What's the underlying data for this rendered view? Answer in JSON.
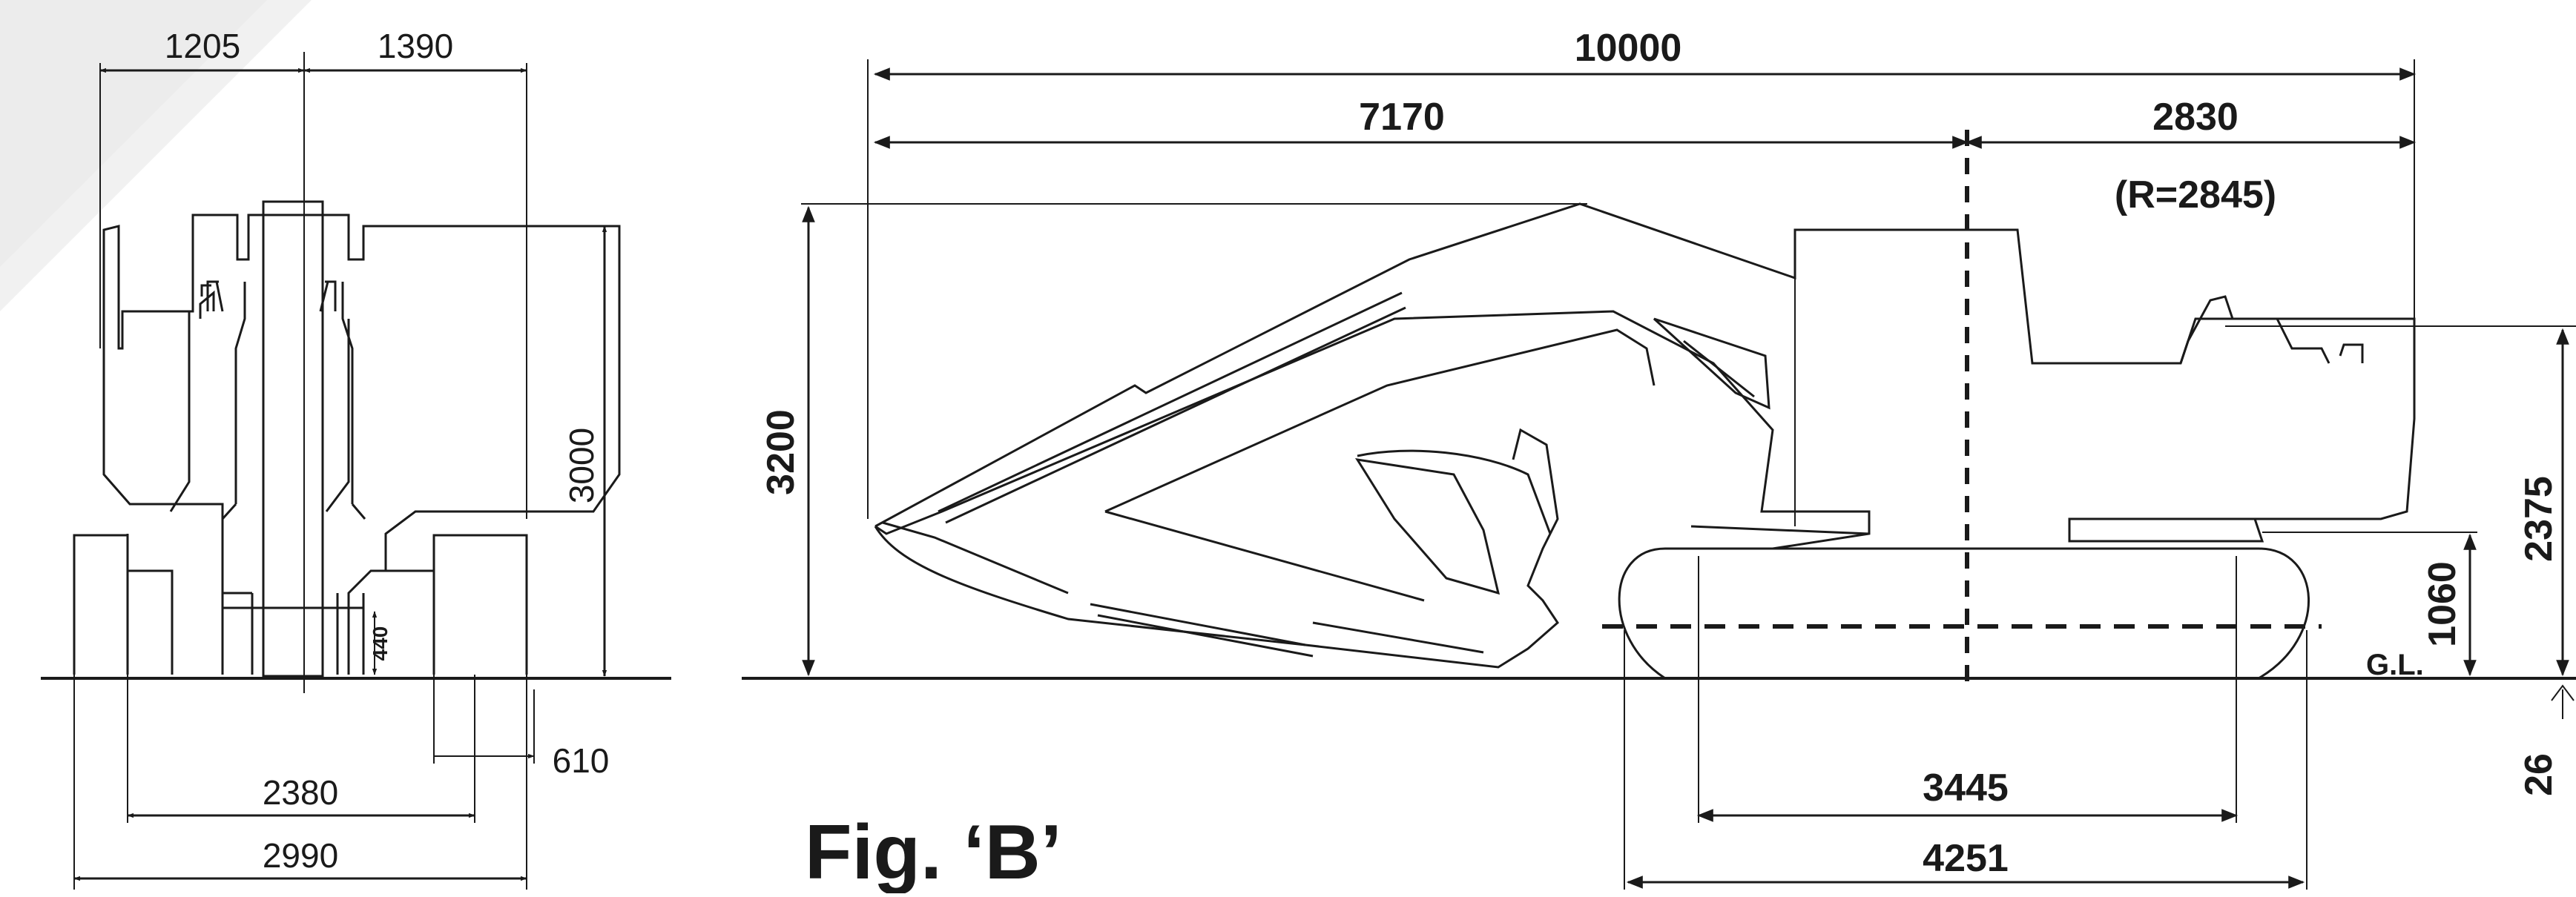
{
  "figure": {
    "caption": "Fig. ‘B’"
  },
  "front_view": {
    "dims": {
      "left_half_width": "1205",
      "right_half_width": "1390",
      "overall_height": "3000",
      "ground_clearance": "440",
      "track_shoe_width": "610",
      "track_gauge": "2380",
      "overall_width": "2990"
    }
  },
  "side_view": {
    "dims": {
      "overall_length": "10000",
      "front_length": "7170",
      "rear_length": "2830",
      "tail_swing_radius": "(R=2845)",
      "overall_height": "3200",
      "counterweight_height": "2375",
      "counterweight_clearance": "1060",
      "ground_line": "G.L.",
      "grouser_height": "26",
      "tumbler_distance": "3445",
      "track_length": "4251"
    }
  },
  "colors": {
    "line": "#1a1a1a",
    "background": "#ffffff",
    "sheen": "#eeeeee"
  }
}
